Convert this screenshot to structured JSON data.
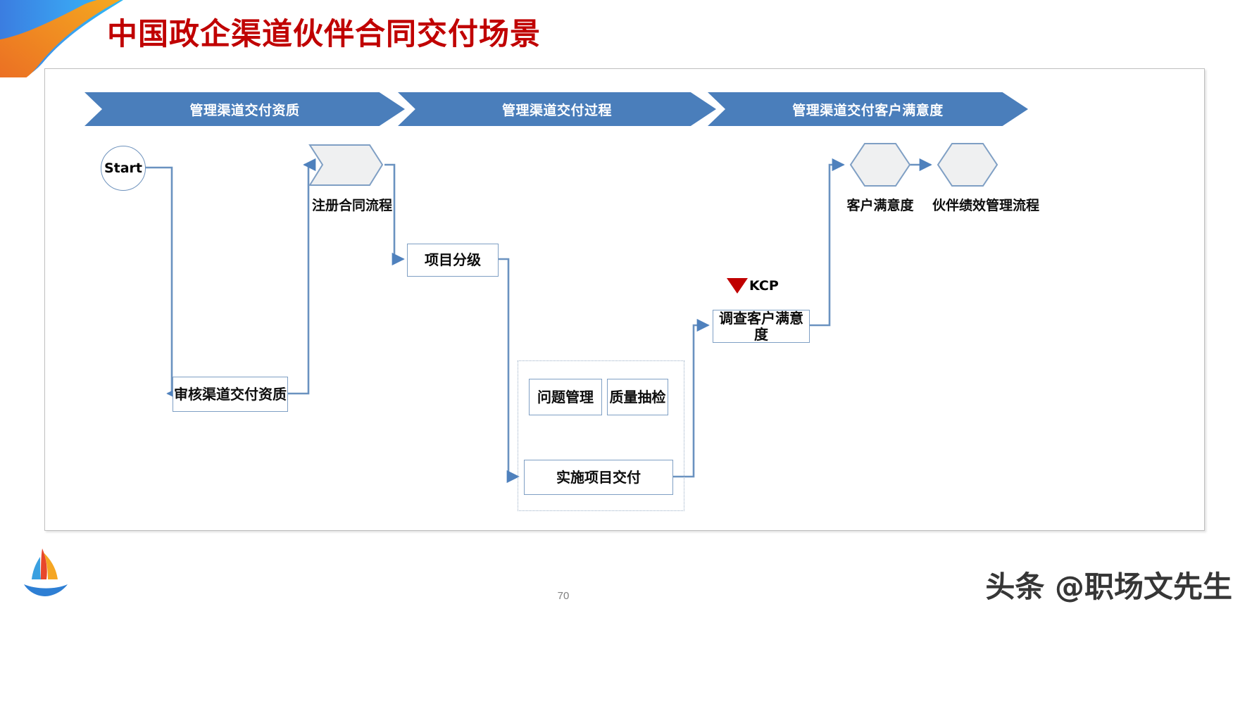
{
  "title": "中国政企渠道伙伴合同交付场景",
  "banners": [
    {
      "label": "管理渠道交付资质"
    },
    {
      "label": "管理渠道交付过程"
    },
    {
      "label": "管理渠道交付客户满意度"
    }
  ],
  "nodes": {
    "start": "Start",
    "register_contract": "注册合同流程",
    "audit_qualification": "审核渠道交付资质",
    "project_grading": "项目分级",
    "issue_management": "问题管理",
    "quality_inspection": "质量抽检",
    "implement_delivery": "实施项目交付",
    "survey_satisfaction": "调查客户满意度",
    "customer_satisfaction": "客户满意度",
    "partner_performance": "伙伴绩效管理流程"
  },
  "marker": {
    "kcp_label": "KCP",
    "kcp_color": "#c00000"
  },
  "footer": {
    "page_number": "70",
    "watermark": "头条 @职场文先生"
  },
  "colors": {
    "title": "#c00000",
    "banner": "#4a7ebb",
    "connector": "#6a92c0",
    "node_border": "#7f9fc4",
    "hex_fill": "#eff0f1"
  }
}
